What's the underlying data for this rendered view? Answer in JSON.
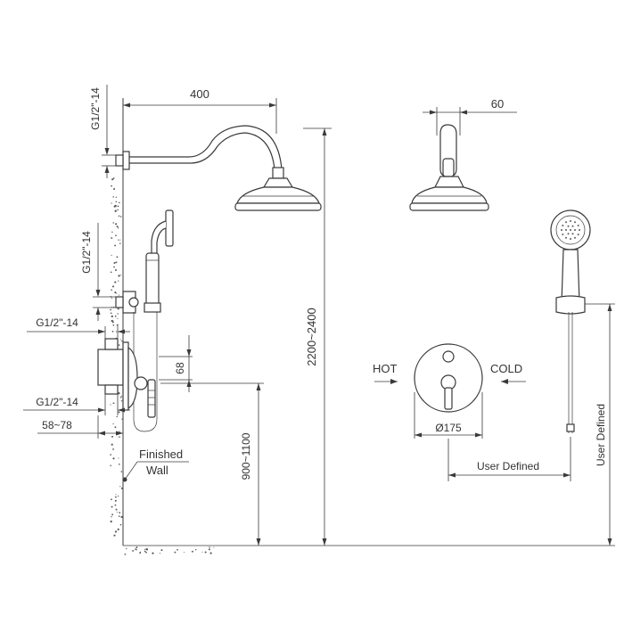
{
  "labels": {
    "top_connection": "G1/2\"-14",
    "mid_connection": "G1/2\"-14",
    "valve_connection_upper": "G1/2\"-14",
    "valve_connection_lower": "G1/2\"-14",
    "arm_length": "400",
    "head_width": "60",
    "wall_depth": "58~78",
    "handle_offset": "68",
    "head_height": "2200~2400",
    "valve_height": "900~1100",
    "finished_wall_line1": "Finished",
    "finished_wall_line2": "Wall",
    "hot": "HOT",
    "cold": "COLD",
    "escutcheon_diameter": "Ø175",
    "user_defined_horizontal": "User Defined",
    "user_defined_vertical": "User Defined"
  },
  "colors": {
    "line": "#3a3a3a",
    "text": "#333333",
    "background": "#ffffff"
  }
}
